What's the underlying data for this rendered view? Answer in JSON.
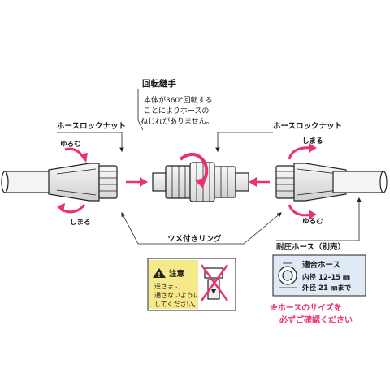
{
  "labels": {
    "swivel_title": "回転継手",
    "swivel_desc": [
      "本体が360°回転する",
      "ことによりホースの",
      "ねじれがありません。"
    ],
    "lock_nut_left": "ホースロックナット",
    "lock_nut_right": "ホースロックナット",
    "loosen_left": "ゆるむ",
    "tighten_left": "しまる",
    "tighten_right": "しまる",
    "loosen_right": "ゆるむ",
    "claw_ring": "ツメ付きリング",
    "pressure_hose": "耐圧ホース（別売）"
  },
  "caution": {
    "title": "注意",
    "lines": [
      "逆さまに",
      "通さないように",
      "してください。"
    ]
  },
  "compatible_hose": {
    "title": "適合ホース",
    "inner": "内径  12-15 ㎜",
    "outer": "外径  21 ㎜まで"
  },
  "warning": {
    "lines": [
      "※ホースのサイズを",
      "必ずご確認ください"
    ],
    "color": "#e8336d"
  },
  "colors": {
    "accent_pink": "#e8336d",
    "body_gray": "#e9e9e9",
    "caution_yellow": "#f6e98a",
    "hose_box_blue": "#dfeaf6"
  }
}
